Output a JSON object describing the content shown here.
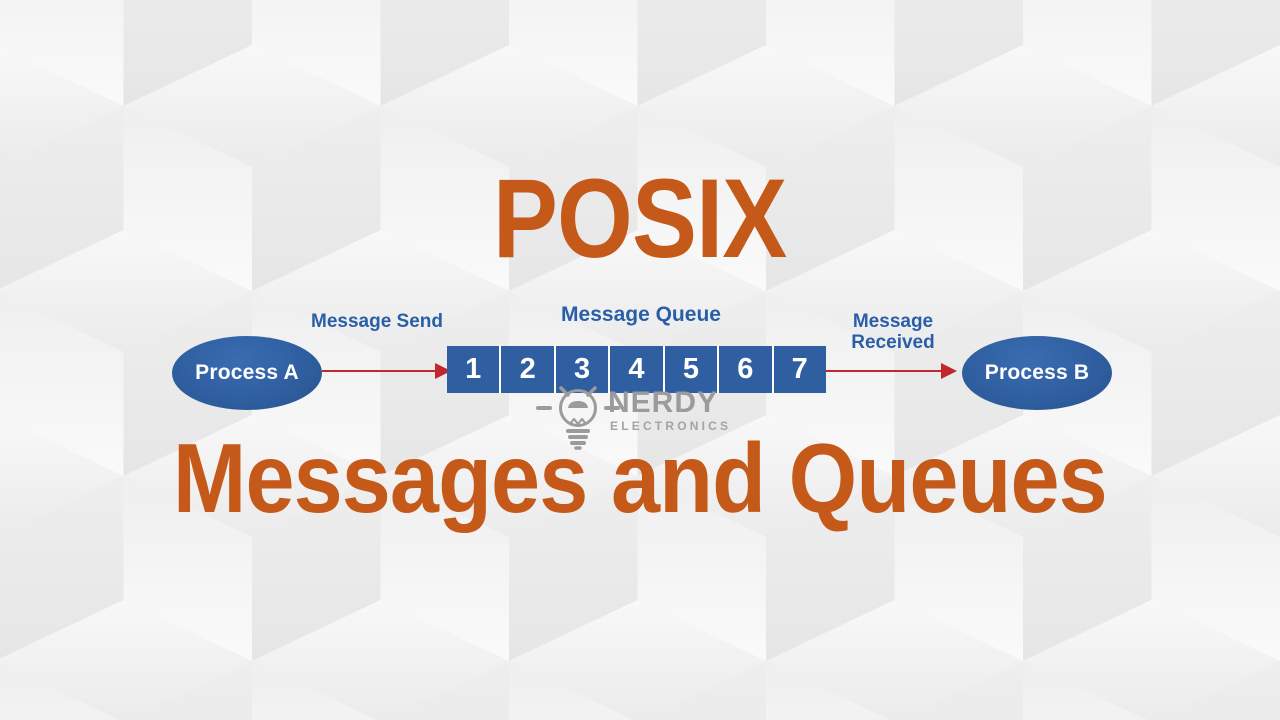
{
  "slide": {
    "title": "POSIX",
    "subtitle": "Messages and Queues"
  },
  "diagram": {
    "process_a_label": "Process A",
    "process_b_label": "Process B",
    "send_label": "Message Send",
    "queue_label": "Message Queue",
    "received_label": "Message Received",
    "queue_cells": [
      "1",
      "2",
      "3",
      "4",
      "5",
      "6",
      "7"
    ]
  },
  "watermark": {
    "brand": "NERDY",
    "brand_sub": "ELECTRONICS",
    "icon": "lightbulb-icon"
  },
  "colors": {
    "accent_orange": "#C4591A",
    "shape_blue": "#2F5FA0",
    "label_blue": "#2A5FA8",
    "arrow_red": "#C2262E",
    "watermark_gray": "#9B9B9B",
    "background_gray": "#F5F5F5"
  }
}
